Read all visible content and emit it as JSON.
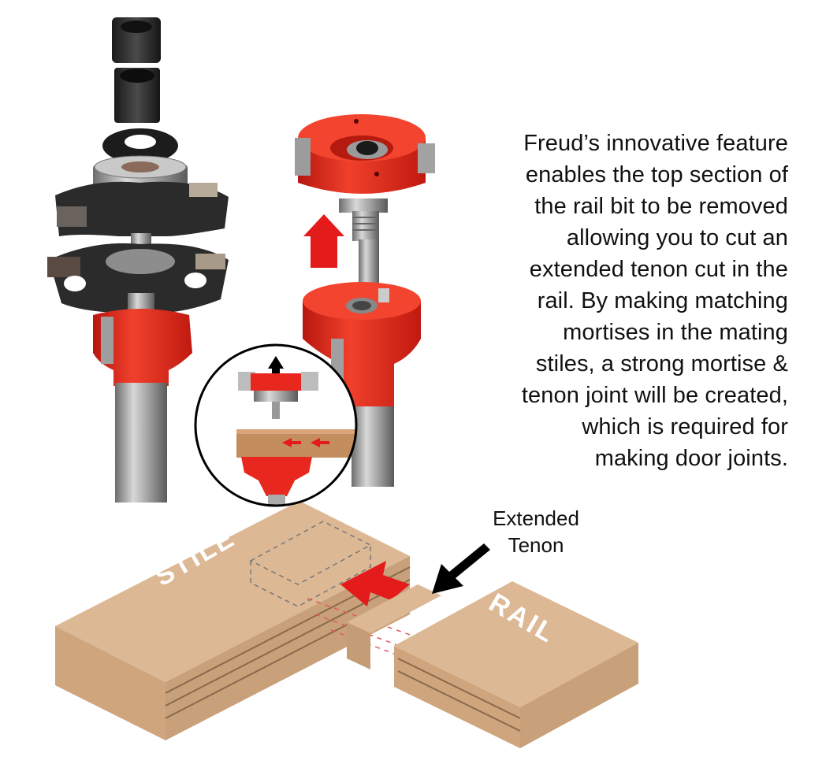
{
  "description": {
    "lines": [
      "Freud’s innovative feature",
      "enables the top section of",
      "the rail bit to be removed",
      "allowing you to cut an",
      "extended tenon cut in the",
      "rail. By making matching",
      "mortises in the mating",
      "stiles, a strong mortise &",
      "tenon joint will be created,",
      "which is required for",
      "making door joints."
    ]
  },
  "callout": {
    "line1": "Extended",
    "line2": "Tenon"
  },
  "boards": {
    "stile_label": "STILE",
    "rail_label": "RAIL"
  },
  "colors": {
    "cutter_red": "#e8281e",
    "wood": "#d9b48f",
    "wood_dark": "#b8916c",
    "steel": "#9a9a9a",
    "black_part": "#2a2a2a",
    "arrow_red": "#e31b1b"
  }
}
